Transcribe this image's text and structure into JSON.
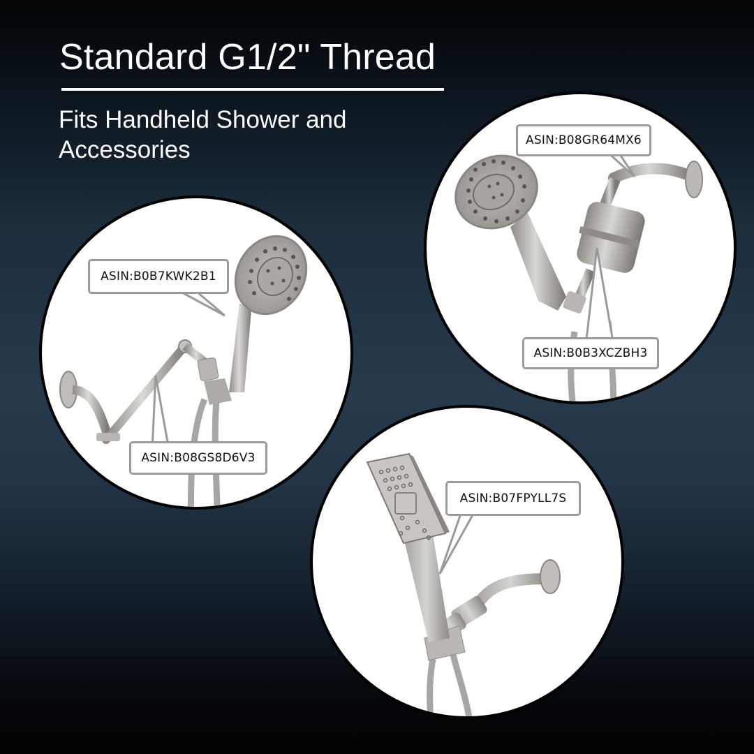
{
  "header": {
    "title": "Standard G1/2\" Thread",
    "subtitle": "Fits Handheld Shower and Accessories"
  },
  "colors": {
    "background_top": "#020304",
    "background_mid": "#263a4c",
    "background_bottom": "#010203",
    "text": "#ffffff",
    "label_border": "#9a9a9a",
    "circle_fill": "#ffffff",
    "circle_border": "#000000"
  },
  "panels": [
    {
      "id": "top-right",
      "products": [
        "round-handheld-shower-head",
        "shower-filter",
        "shower-arm",
        "hose"
      ],
      "labels": [
        {
          "text": "ASIN:B08GR64MX6"
        },
        {
          "text": "ASIN:B0B3XCZBH3"
        }
      ]
    },
    {
      "id": "left",
      "products": [
        "round-handheld-shower-head",
        "adjustable-extension-arm",
        "hose"
      ],
      "labels": [
        {
          "text": "ASIN:B0B7KWK2B1"
        },
        {
          "text": "ASIN:B08GS8D6V3"
        }
      ]
    },
    {
      "id": "bottom",
      "products": [
        "square-handheld-shower-head",
        "shower-arm",
        "hose"
      ],
      "labels": [
        {
          "text": "ASIN:B07FPYLL7S"
        }
      ]
    }
  ]
}
